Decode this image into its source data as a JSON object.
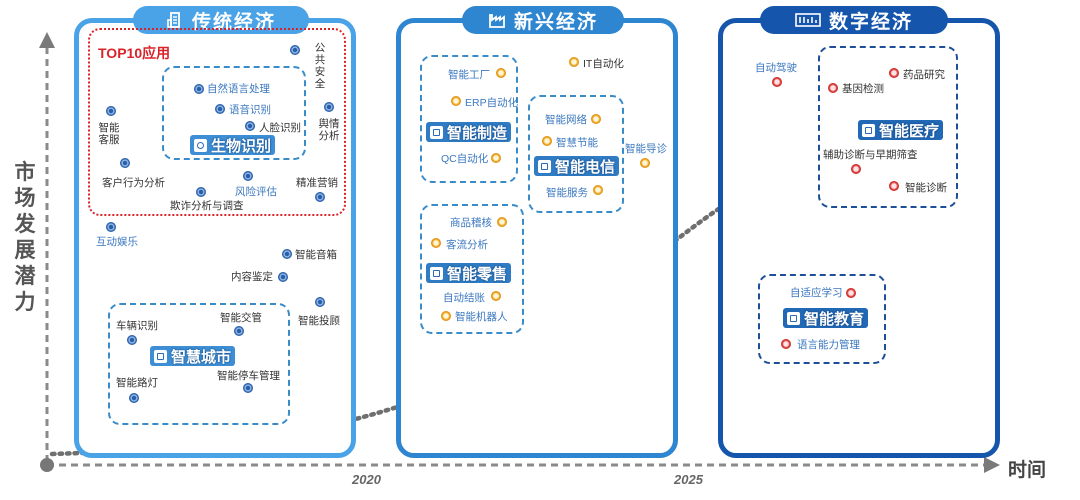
{
  "axes": {
    "y_label": "市场发展潜力",
    "x_label": "时间",
    "years": [
      "2020",
      "2025"
    ]
  },
  "panels": [
    {
      "title": "传统经济",
      "icon": "building-icon"
    },
    {
      "title": "新兴经济",
      "icon": "factory-icon"
    },
    {
      "title": "数字经济",
      "icon": "digital-icon"
    }
  ],
  "traditional": {
    "top10": "TOP10应用",
    "biometric_group": "生物识别",
    "smart_city_group": "智慧城市",
    "items": [
      "公共安全",
      "自然语言处理",
      "语音识别",
      "人脸识别",
      "智能客服",
      "舆情分析",
      "客户行为分析",
      "风险评估",
      "精准营销",
      "欺诈分析与调查",
      "互动娱乐",
      "智能音箱",
      "内容鉴定",
      "智能投顾",
      "车辆识别",
      "智能交管",
      "智能路灯",
      "智能停车管理"
    ]
  },
  "emerging": {
    "manufacturing_group": "智能制造",
    "telecom_group": "智能电信",
    "retail_group": "智能零售",
    "items": [
      "智能工厂",
      "IT自动化",
      "ERP自动化",
      "QC自动化",
      "智能网络",
      "智慧节能",
      "智能服务",
      "智能导诊",
      "商品稽核",
      "客流分析",
      "自动结账",
      "智能机器人"
    ]
  },
  "digital": {
    "medical_group": "智能医疗",
    "education_group": "智能教育",
    "items": [
      "自动驾驶",
      "药品研究",
      "基因检测",
      "辅助诊断与早期筛查",
      "智能诊断",
      "自适应学习",
      "语言能力管理"
    ]
  },
  "colors": {
    "traditional": "#4aa3e6",
    "emerging": "#2f86d0",
    "digital": "#1555ac",
    "top10": "#d8232a",
    "curve": "#6f6f6f"
  }
}
